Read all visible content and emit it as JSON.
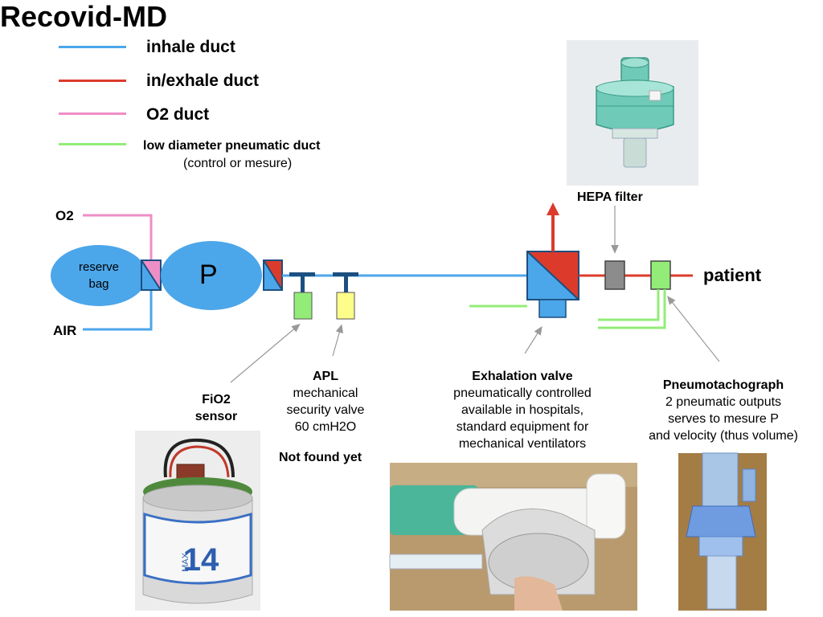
{
  "title": "Recovid-MD",
  "legend": [
    {
      "label": "inhale duct",
      "color": "#4ca6ea"
    },
    {
      "label": "in/exhale duct",
      "color": "#dc3b2c"
    },
    {
      "label": "O2 duct",
      "color": "#ee8ec6"
    },
    {
      "label": "low diameter pneumatic duct",
      "sub": "(control or mesure)",
      "color": "#93ec77"
    }
  ],
  "inputs": {
    "o2": "O2",
    "air": "AIR"
  },
  "reserve_bag": {
    "line1": "reserve",
    "line2": "bag"
  },
  "pump_label": "P",
  "patient_label": "patient",
  "hepa": {
    "label": "HEPA filter",
    "photo": "hepa-filter-photo"
  },
  "fio2": {
    "line1": "FiO2",
    "line2": "sensor",
    "photo": "fio2-sensor-photo",
    "photo_text": "14",
    "photo_small_text": "MAX"
  },
  "apl": {
    "title": "APL",
    "lines": [
      "mechanical",
      "security valve",
      "60 cmH2O"
    ],
    "note": "Not found yet"
  },
  "exhalation": {
    "title": "Exhalation valve",
    "lines": [
      "pneumatically controlled",
      "available in hospitals,",
      "standard equipment for",
      "mechanical ventilators"
    ],
    "photo": "exhalation-valve-photo"
  },
  "pneumotach": {
    "title": "Pneumotachograph",
    "lines": [
      "2 pneumatic outputs",
      "serves to mesure P",
      "and velocity (thus volume)"
    ],
    "photo": "pneumotachograph-photo"
  },
  "colors": {
    "inhale": "#4ca6ea",
    "exhale": "#dc3b2c",
    "o2": "#ee8ec6",
    "pneumatic": "#93ec77",
    "valve_dark": "#1c4f80",
    "fio2_box": "#93ec77",
    "apl_box": "#fdfd8a",
    "hepa_box": "#8c8c8c",
    "pointer": "#999999"
  }
}
